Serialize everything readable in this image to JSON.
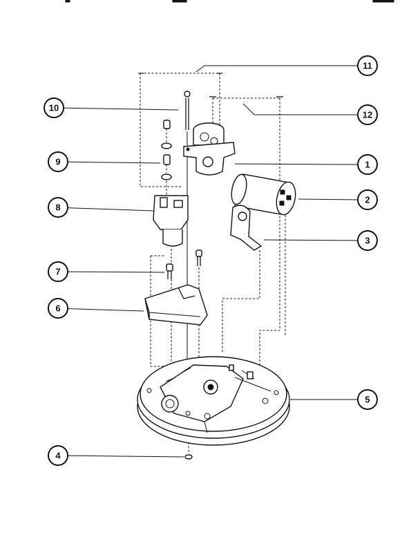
{
  "diagram": {
    "callouts": [
      {
        "label": "1"
      },
      {
        "label": "2"
      },
      {
        "label": "3"
      },
      {
        "label": "4"
      },
      {
        "label": "5"
      },
      {
        "label": "6"
      },
      {
        "label": "7"
      },
      {
        "label": "8"
      },
      {
        "label": "9"
      },
      {
        "label": "10"
      },
      {
        "label": "11"
      },
      {
        "label": "12"
      }
    ]
  }
}
